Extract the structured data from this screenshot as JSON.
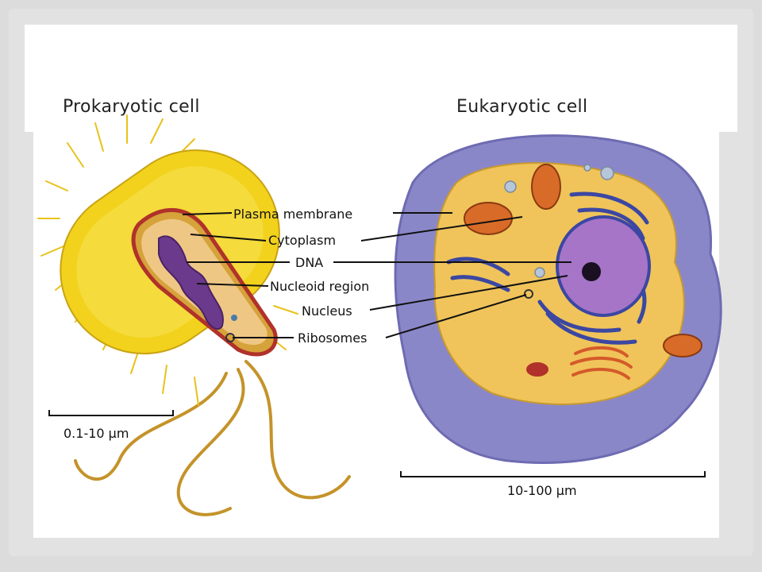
{
  "prokaryote": {
    "title": "Prokaryotic cell",
    "scale": "0.1-10 µm"
  },
  "eukaryote": {
    "title": "Eukaryotic cell",
    "scale": "10-100 µm"
  },
  "labels": {
    "plasma_membrane": "Plasma membrane",
    "cytoplasm": "Cytoplasm",
    "dna": "DNA",
    "nucleoid_region": "Nucleoid region",
    "nucleus": "Nucleus",
    "ribosomes": "Ribosomes"
  },
  "colors": {
    "slide_bg": "#dcdcdc",
    "capsule_yellow": "#f2d21c",
    "membrane_red": "#b0322a",
    "nucleoid_purple": "#6b3a8c",
    "cell_blue": "#8a87c9",
    "cytoplasm_gold": "#f0c45a",
    "nucleus_violet": "#a675c8",
    "er_blue": "#3c47a2",
    "mitochondria_orange": "#d96b28"
  }
}
